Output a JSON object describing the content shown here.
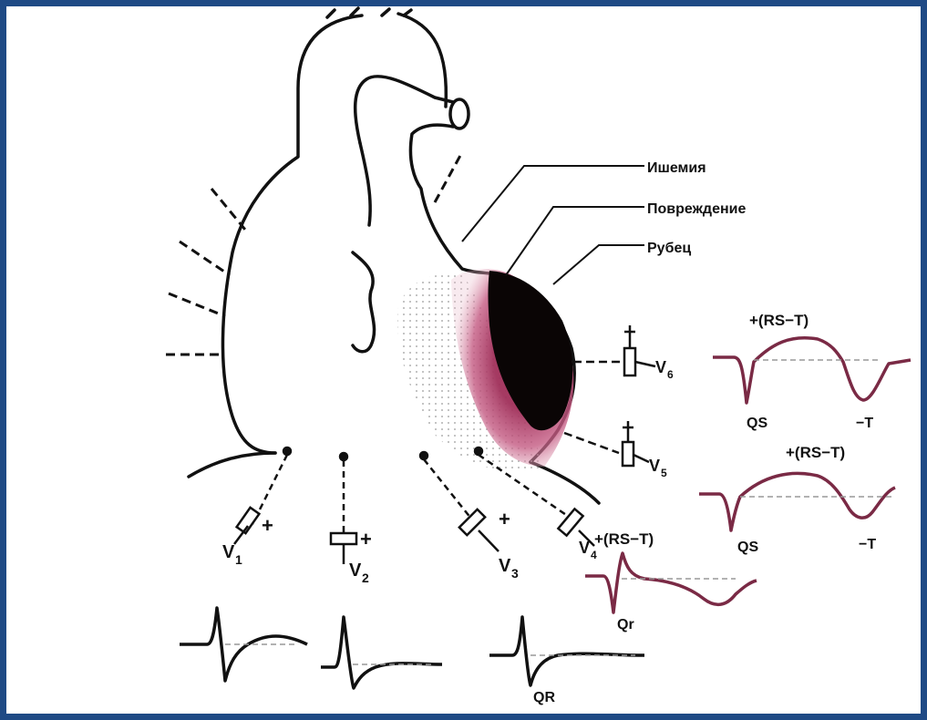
{
  "labels": {
    "ischemia": "Ишемия",
    "damage": "Повреждение",
    "scar": "Рубец"
  },
  "leads": {
    "v1": "V",
    "v1_sub": "1",
    "v2": "V",
    "v2_sub": "2",
    "v3": "V",
    "v3_sub": "3",
    "v4": "V",
    "v4_sub": "4",
    "v5": "V",
    "v5_sub": "5",
    "v6": "V",
    "v6_sub": "6",
    "plus": "+"
  },
  "waves": {
    "v6_rst": "+(RS−T)",
    "v6_qs": "QS",
    "v6_t": "−T",
    "v5_rst": "+(RS−T)",
    "v5_qs": "QS",
    "v5_t": "−T",
    "v4_rst": "+(RS−T)",
    "v4_qr": "Qr",
    "v3_qr": "QR"
  },
  "colors": {
    "frame": "#1f4a85",
    "ink": "#111111",
    "damage_zone": "#a0305a",
    "scar": "#0a0505",
    "ecg_trace_lateral": "#7a2a45"
  }
}
